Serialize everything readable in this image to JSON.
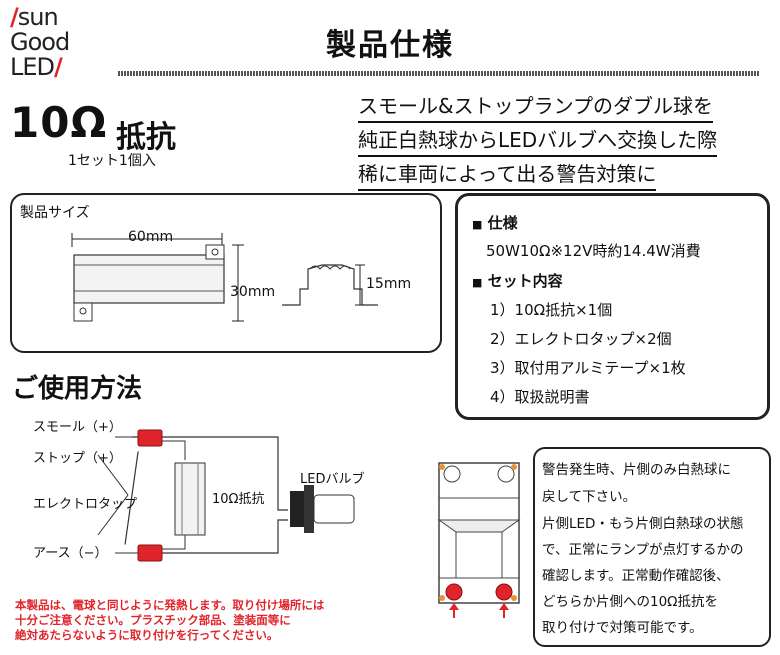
{
  "logo": {
    "line1": "sun",
    "line2": "Good",
    "line3": "LED"
  },
  "page_title": "製品仕様",
  "product": {
    "name_big": "10Ω",
    "name_sub": "抵抗",
    "set_count": "1セット1個入"
  },
  "headline": [
    "スモール&ストップランプのダブル球を",
    "純正白熱球からLEDバルブへ交換した際",
    "稀に車両によって出る警告対策に"
  ],
  "size_box": {
    "title": "製品サイズ",
    "width_label": "60mm",
    "height_label": "30mm",
    "depth_label": "15mm"
  },
  "spec": {
    "spec_heading": "仕様",
    "spec_value": "50W10Ω※12V時約14.4W消費",
    "contents_heading": "セット内容",
    "items": [
      "1）10Ω抵抗×1個",
      "2）エレクトロタップ×2個",
      "3）取付用アルミテープ×1枚",
      "4）取扱説明書"
    ]
  },
  "usage": {
    "title": "ご使用方法",
    "labels": {
      "small": "スモール（+）",
      "stop": "ストップ（+）",
      "tap": "エレクトロタップ",
      "earth": "アース（−）",
      "resistor": "10Ω抵抗",
      "bulb": "LEDバルブ"
    }
  },
  "warning": [
    "本製品は、電球と同じように発熱します。取り付け場所には",
    "十分ご注意ください。プラスチック部品、塗装面等に",
    "絶対あたらないように取り付けを行ってください。"
  ],
  "note": [
    "警告発生時、片側のみ白熱球に",
    "戻して下さい。",
    "片側LED・もう片側白熱球の状態",
    "で、正常にランプが点灯するかの",
    "確認します。正常動作確認後、",
    "どちらか片側への10Ω抵抗を",
    "取り付けで対策可能です。"
  ],
  "colors": {
    "accent_red": "#e0242b",
    "orange": "#e8923a"
  }
}
